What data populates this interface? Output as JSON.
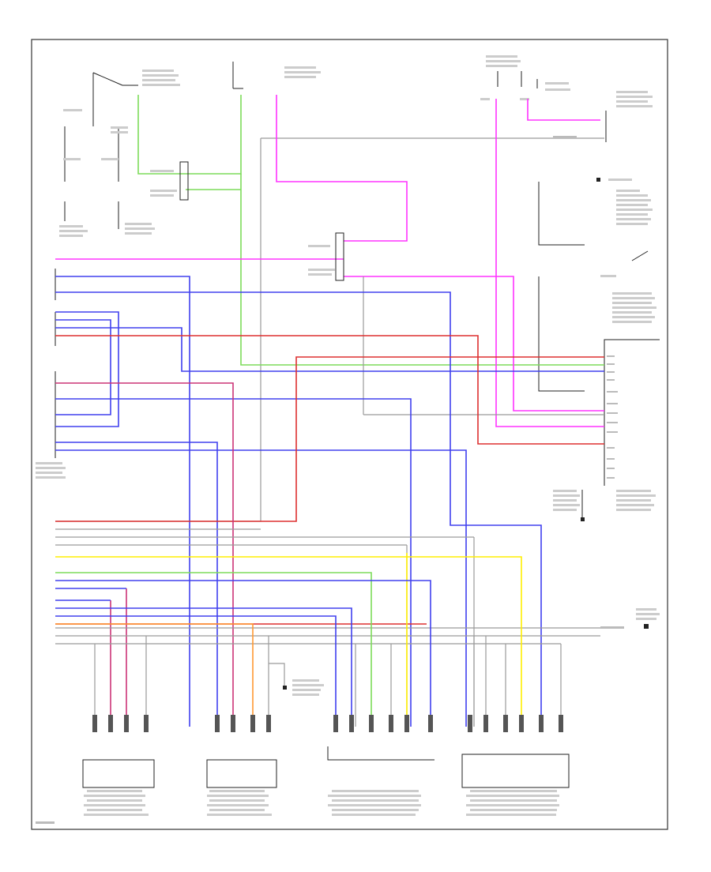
{
  "diagram": {
    "footer_code": "",
    "colors": {
      "pink": "#ff33ff",
      "green": "#7ddc5a",
      "blue": "#4040ee",
      "red": "#dd3030",
      "yellow": "#ffff00",
      "orange": "#ff9933",
      "gray": "#999999",
      "black": "#222222"
    },
    "components": [
      {
        "id": "left-rear-door",
        "label": ""
      },
      {
        "id": "right-rear-door",
        "label": ""
      },
      {
        "id": "left-front-door",
        "label": ""
      },
      {
        "id": "right-front-door",
        "label": ""
      }
    ]
  }
}
